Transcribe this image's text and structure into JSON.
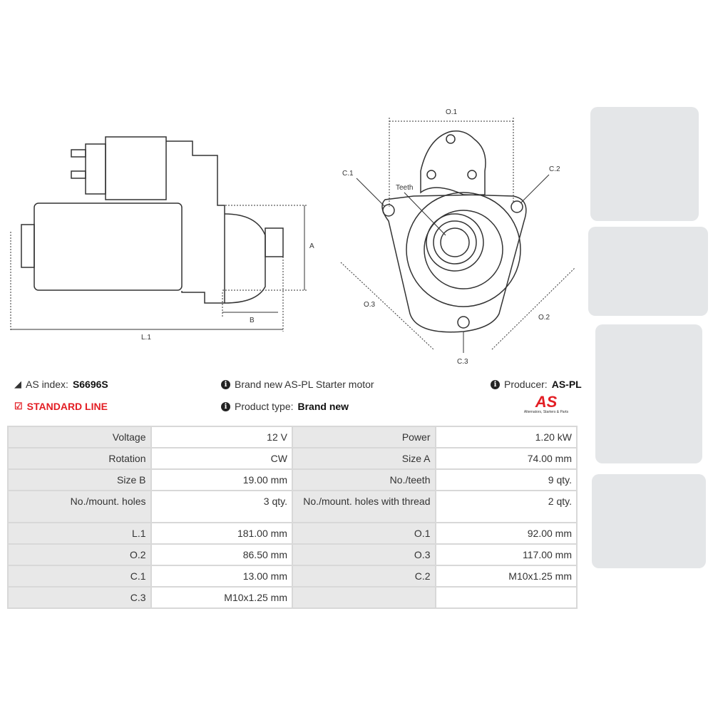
{
  "diagram": {
    "labels": {
      "o1": "O.1",
      "c1": "C.1",
      "c2": "C.2",
      "teeth": "Teeth",
      "o3": "O.3",
      "o2": "O.2",
      "c3": "C.3",
      "a": "A",
      "b": "B",
      "l1": "L.1"
    }
  },
  "info": {
    "as_index_label": "AS index:",
    "as_index_value": "S6696S",
    "line": "STANDARD LINE",
    "description": "Brand new AS-PL Starter motor",
    "product_type_label": "Product type:",
    "product_type_value": "Brand new",
    "producer_label": "Producer:",
    "producer_value": "AS-PL",
    "logo_text": "AS",
    "logo_tagline": "Alternators, Starters & Parts"
  },
  "colors": {
    "accent": "#e31e24"
  },
  "specs": [
    [
      {
        "label": "Voltage",
        "value": "12 V"
      },
      {
        "label": "Power",
        "value": "1.20 kW"
      }
    ],
    [
      {
        "label": "Rotation",
        "value": "CW"
      },
      {
        "label": "Size A",
        "value": "74.00 mm"
      }
    ],
    [
      {
        "label": "Size B",
        "value": "19.00 mm"
      },
      {
        "label": "No./teeth",
        "value": "9 qty."
      }
    ],
    [
      {
        "label": "No./mount. holes",
        "value": "3 qty."
      },
      {
        "label": "No./mount. holes with thread",
        "value": "2 qty."
      }
    ],
    [
      {
        "label": "L.1",
        "value": "181.00 mm"
      },
      {
        "label": "O.1",
        "value": "92.00 mm"
      }
    ],
    [
      {
        "label": "O.2",
        "value": "86.50 mm"
      },
      {
        "label": "O.3",
        "value": "117.00 mm"
      }
    ],
    [
      {
        "label": "C.1",
        "value": "13.00 mm"
      },
      {
        "label": "C.2",
        "value": "M10x1.25 mm"
      }
    ],
    [
      {
        "label": "C.3",
        "value": "M10x1.25 mm"
      },
      {
        "label": "",
        "value": ""
      }
    ]
  ]
}
